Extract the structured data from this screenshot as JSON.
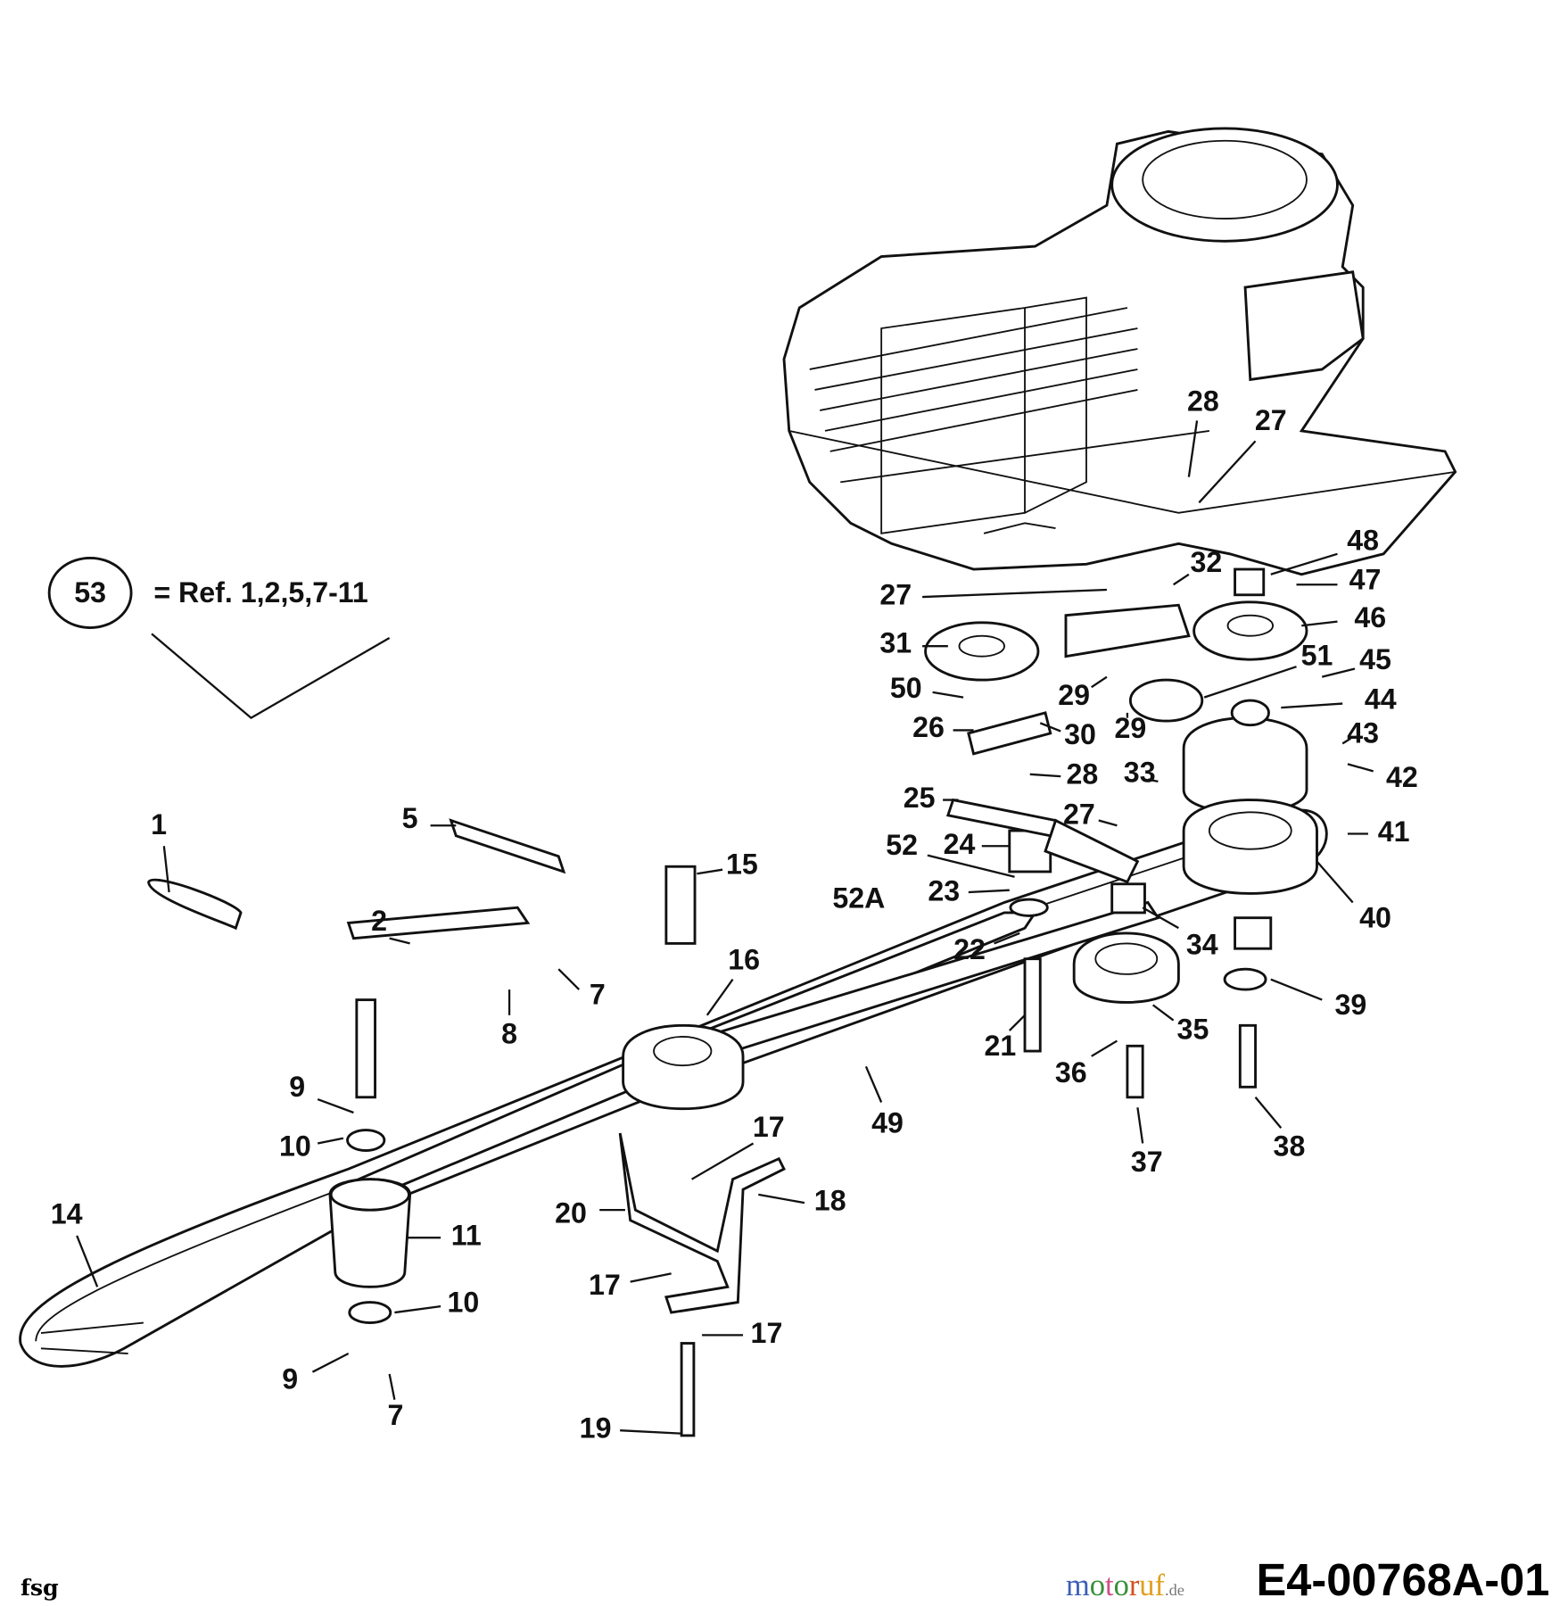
{
  "diagram": {
    "kit_reference": {
      "number": "53",
      "text": "= Ref. 1,2,5,7-11"
    },
    "drawing_code": "E4-00768A-01",
    "author_mark": "fsg",
    "watermark": "motoruf.de",
    "callouts": [
      "1",
      "2",
      "5",
      "7",
      "8",
      "9",
      "10",
      "11",
      "14",
      "10",
      "9",
      "7",
      "15",
      "16",
      "17",
      "18",
      "20",
      "17",
      "17",
      "19",
      "49",
      "21",
      "22",
      "23",
      "52",
      "52A",
      "24",
      "25",
      "26",
      "27",
      "28",
      "33",
      "30",
      "29",
      "29",
      "50",
      "31",
      "27",
      "32",
      "28",
      "27",
      "48",
      "47",
      "46",
      "51",
      "45",
      "44",
      "43",
      "42",
      "41",
      "40",
      "39",
      "38",
      "37",
      "36",
      "35",
      "34"
    ]
  }
}
